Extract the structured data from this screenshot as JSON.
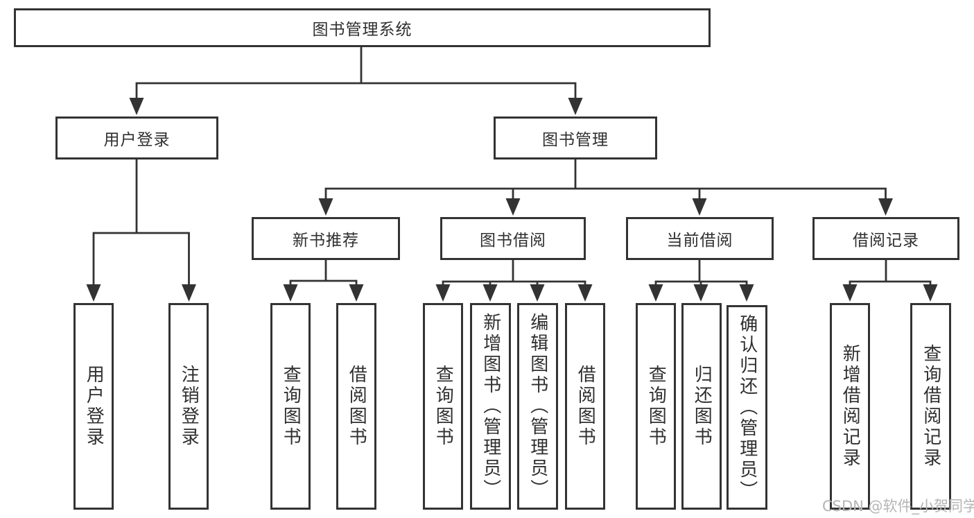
{
  "tree": {
    "root": {
      "label": "图书管理系统"
    },
    "branches": [
      {
        "label": "用户登录",
        "children": [
          "用户登录",
          "注销登录"
        ]
      },
      {
        "label": "图书管理",
        "children": [
          {
            "label": "新书推荐",
            "children": [
              "查询图书",
              "借阅图书"
            ]
          },
          {
            "label": "图书借阅",
            "children": [
              "查询图书",
              "新增图书（管理员）",
              "编辑图书（管理员）",
              "借阅图书"
            ]
          },
          {
            "label": "当前借阅",
            "children": [
              "查询图书",
              "归还图书",
              "确认归还（管理员）"
            ]
          },
          {
            "label": "借阅记录",
            "children": [
              "新增借阅记录",
              "查询借阅记录"
            ]
          }
        ]
      }
    ]
  },
  "watermark": "CSDN @软件_小贺同学",
  "colors": {
    "line": "#333333",
    "text": "#2f2f2f",
    "background": "#ffffff",
    "watermark": "#b5b5b5"
  }
}
